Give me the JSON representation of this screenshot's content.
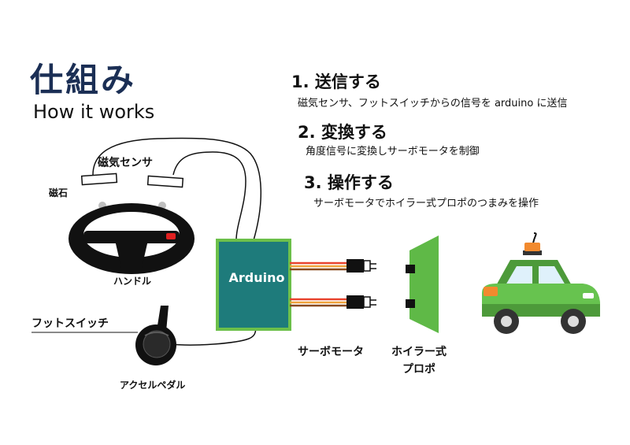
{
  "header": {
    "title": "仕組み",
    "subtitle": "How it works"
  },
  "steps": [
    {
      "title": "1. 送信する",
      "desc": "磁気センサ、フットスイッチからの信号を arduino に送信"
    },
    {
      "title": "2. 変換する",
      "desc": "角度信号に変換しサーボモータを制御"
    },
    {
      "title": "3. 操作する",
      "desc": "サーボモータでホイラー式プロポのつまみを操作"
    }
  ],
  "labels": {
    "magnetic_sensor": "磁気センサ",
    "magnet": "磁石",
    "handle": "ハンドル",
    "arduino": "Arduino",
    "foot_switch": "フットスイッチ",
    "accel_pedal": "アクセルペダル",
    "servo_motor": "サーボモータ",
    "wheel_propo_line1": "ホイラー式",
    "wheel_propo_line2": "プロポ"
  },
  "colors": {
    "title": "#1b2f55",
    "arduino_fill": "#1e7b7b",
    "arduino_border": "#6cc04a",
    "car_green": "#67c34f",
    "propo_green": "#5fb947",
    "wire_red": "#e8432e",
    "wire_orange": "#f0a23a",
    "siren_orange": "#f28a2e"
  }
}
